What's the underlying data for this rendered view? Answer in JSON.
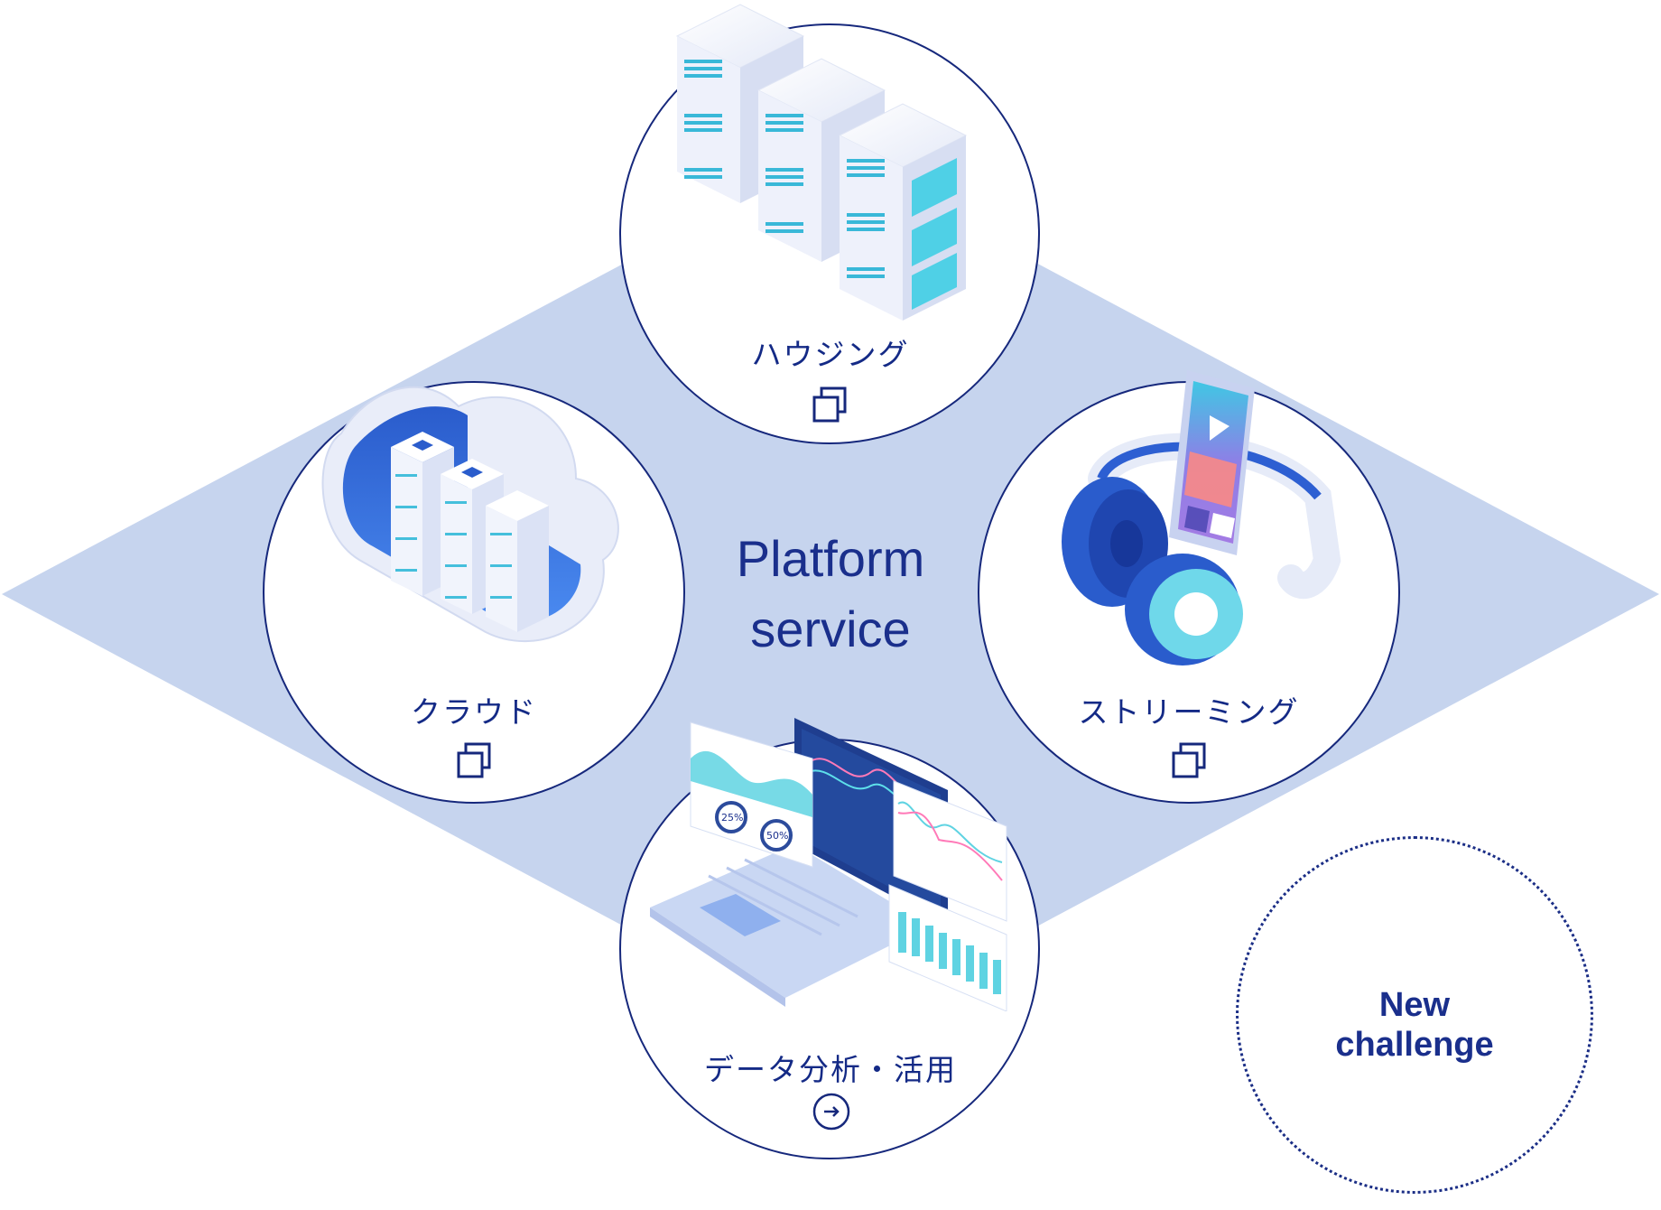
{
  "center": {
    "line1": "Platform",
    "line2": "service"
  },
  "services": {
    "housing": {
      "label": "ハウジング",
      "link_icon": "external-window-icon"
    },
    "cloud": {
      "label": "クラウド",
      "link_icon": "external-window-icon"
    },
    "streaming": {
      "label": "ストリーミング",
      "link_icon": "external-window-icon"
    },
    "data": {
      "label": "データ分析・活用",
      "link_icon": "arrow-circle-icon",
      "gauge1": "25%",
      "gauge2": "50%"
    }
  },
  "new_challenge": {
    "line1": "New",
    "line2": "challenge"
  },
  "colors": {
    "diamond": "#c6d4ee",
    "navy": "#16287c",
    "accent_blue": "#2f5fd0",
    "teal": "#3fc6d8"
  }
}
